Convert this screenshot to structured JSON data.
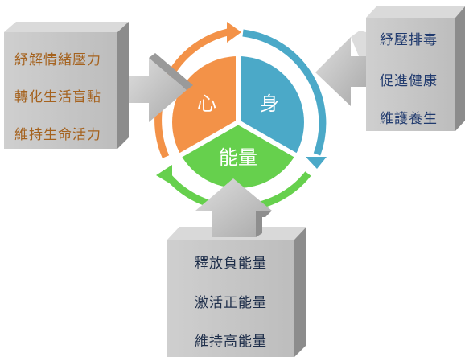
{
  "colors": {
    "heart": "#F39248",
    "body": "#4BA9C8",
    "energy": "#66D04D",
    "box_front": "#C2C2C2",
    "box_top": "#D9D9D9",
    "box_side": "#8E8E8E",
    "left_text": "#A5621E",
    "right_text": "#203A6E",
    "bottom_text": "#1E2E4A"
  },
  "center": {
    "heart_label": "心",
    "body_label": "身",
    "energy_label": "能量"
  },
  "left_box": {
    "items": [
      "紓解情緒壓力",
      "轉化生活盲點",
      "維持生命活力"
    ]
  },
  "right_box": {
    "items": [
      "紓壓排毒",
      "促進健康",
      "維護養生"
    ]
  },
  "bottom_box": {
    "items": [
      "釋放負能量",
      "激活正能量",
      "維持高能量"
    ]
  }
}
